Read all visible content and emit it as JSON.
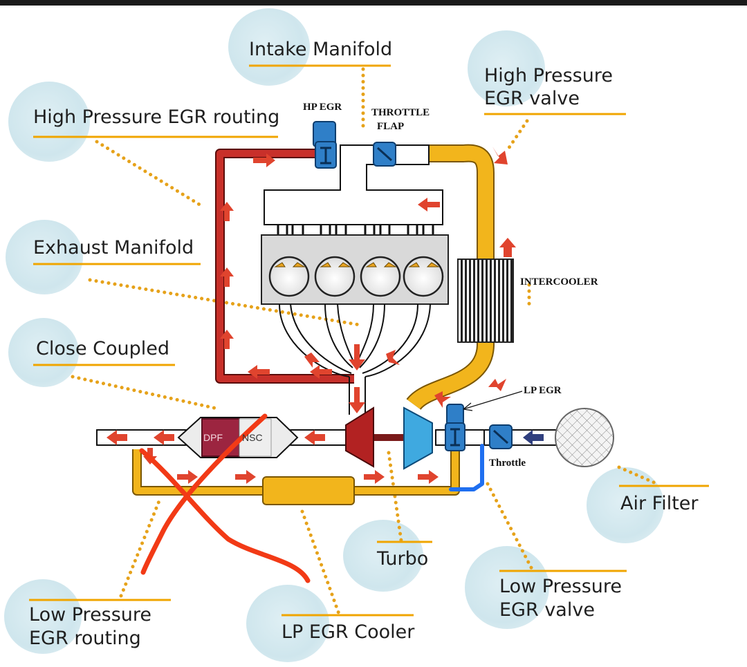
{
  "labels": {
    "intake_manifold": "Intake Manifold",
    "hp_egr_valve_1": "High Pressure",
    "hp_egr_valve_2": "EGR valve",
    "hp_egr_routing": "High Pressure EGR routing",
    "exhaust_manifold": "Exhaust Manifold",
    "close_coupled": "Close Coupled",
    "air_filter": "Air Filter",
    "turbo": "Turbo",
    "lp_egr_valve_1": "Low Pressure",
    "lp_egr_valve_2": "EGR valve",
    "lp_egr_routing_1": "Low Pressure",
    "lp_egr_routing_2": "EGR routing",
    "lp_egr_cooler": "LP EGR Cooler"
  },
  "components": {
    "hp_egr": "HP EGR",
    "throttle_flap_1": "THROTTLE",
    "throttle_flap_2": "FLAP",
    "intercooler": "INTERCOOLER",
    "lp_egr": "LP EGR",
    "throttle": "Throttle",
    "dpf": "DPF",
    "nsc": "NSC"
  },
  "colors": {
    "label_line": "#f0a500",
    "exhaust_pipe": "#c8302a",
    "intake_pipe": "#f2b51c",
    "arrow": "#e0442e",
    "valve_blue": "#2f7fc8",
    "annotation_red": "#f23a16",
    "annotation_blue": "#1f6ff0"
  }
}
